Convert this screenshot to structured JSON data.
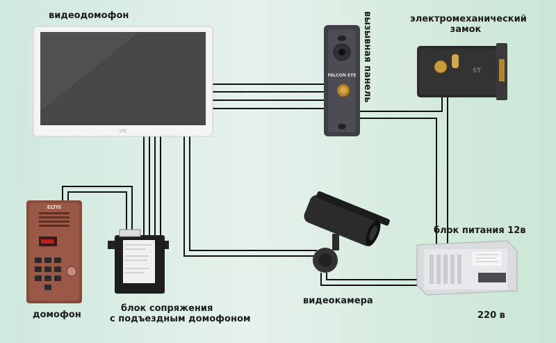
{
  "labels": {
    "videodomofon": "видеодомофон",
    "call_panel": "вызывная панель",
    "lock_line1": "электромеханический",
    "lock_line2": "замок",
    "power_supply": "блок питания 12в",
    "mains": "220 в",
    "camera": "видеокамера",
    "interface_line1": "блок сопряжения",
    "interface_line2": "с подъездным домофоном",
    "intercom": "домофон"
  },
  "device_marks": {
    "monitor_brand": "CTV",
    "panel_brand": "FALCON EYE",
    "intercom_brand": "ELTIS",
    "lock_brand": "ST"
  },
  "colors": {
    "wire": "#111111",
    "monitor_frame": "#f4f4f2",
    "screen": "#4a4a4a",
    "intercom_body": "#8a4a3a",
    "panel_body": "#3e4045",
    "lock_body": "#2a2a2a",
    "power_box": "#d9dcdd",
    "camera_body": "#2b2b2b"
  }
}
